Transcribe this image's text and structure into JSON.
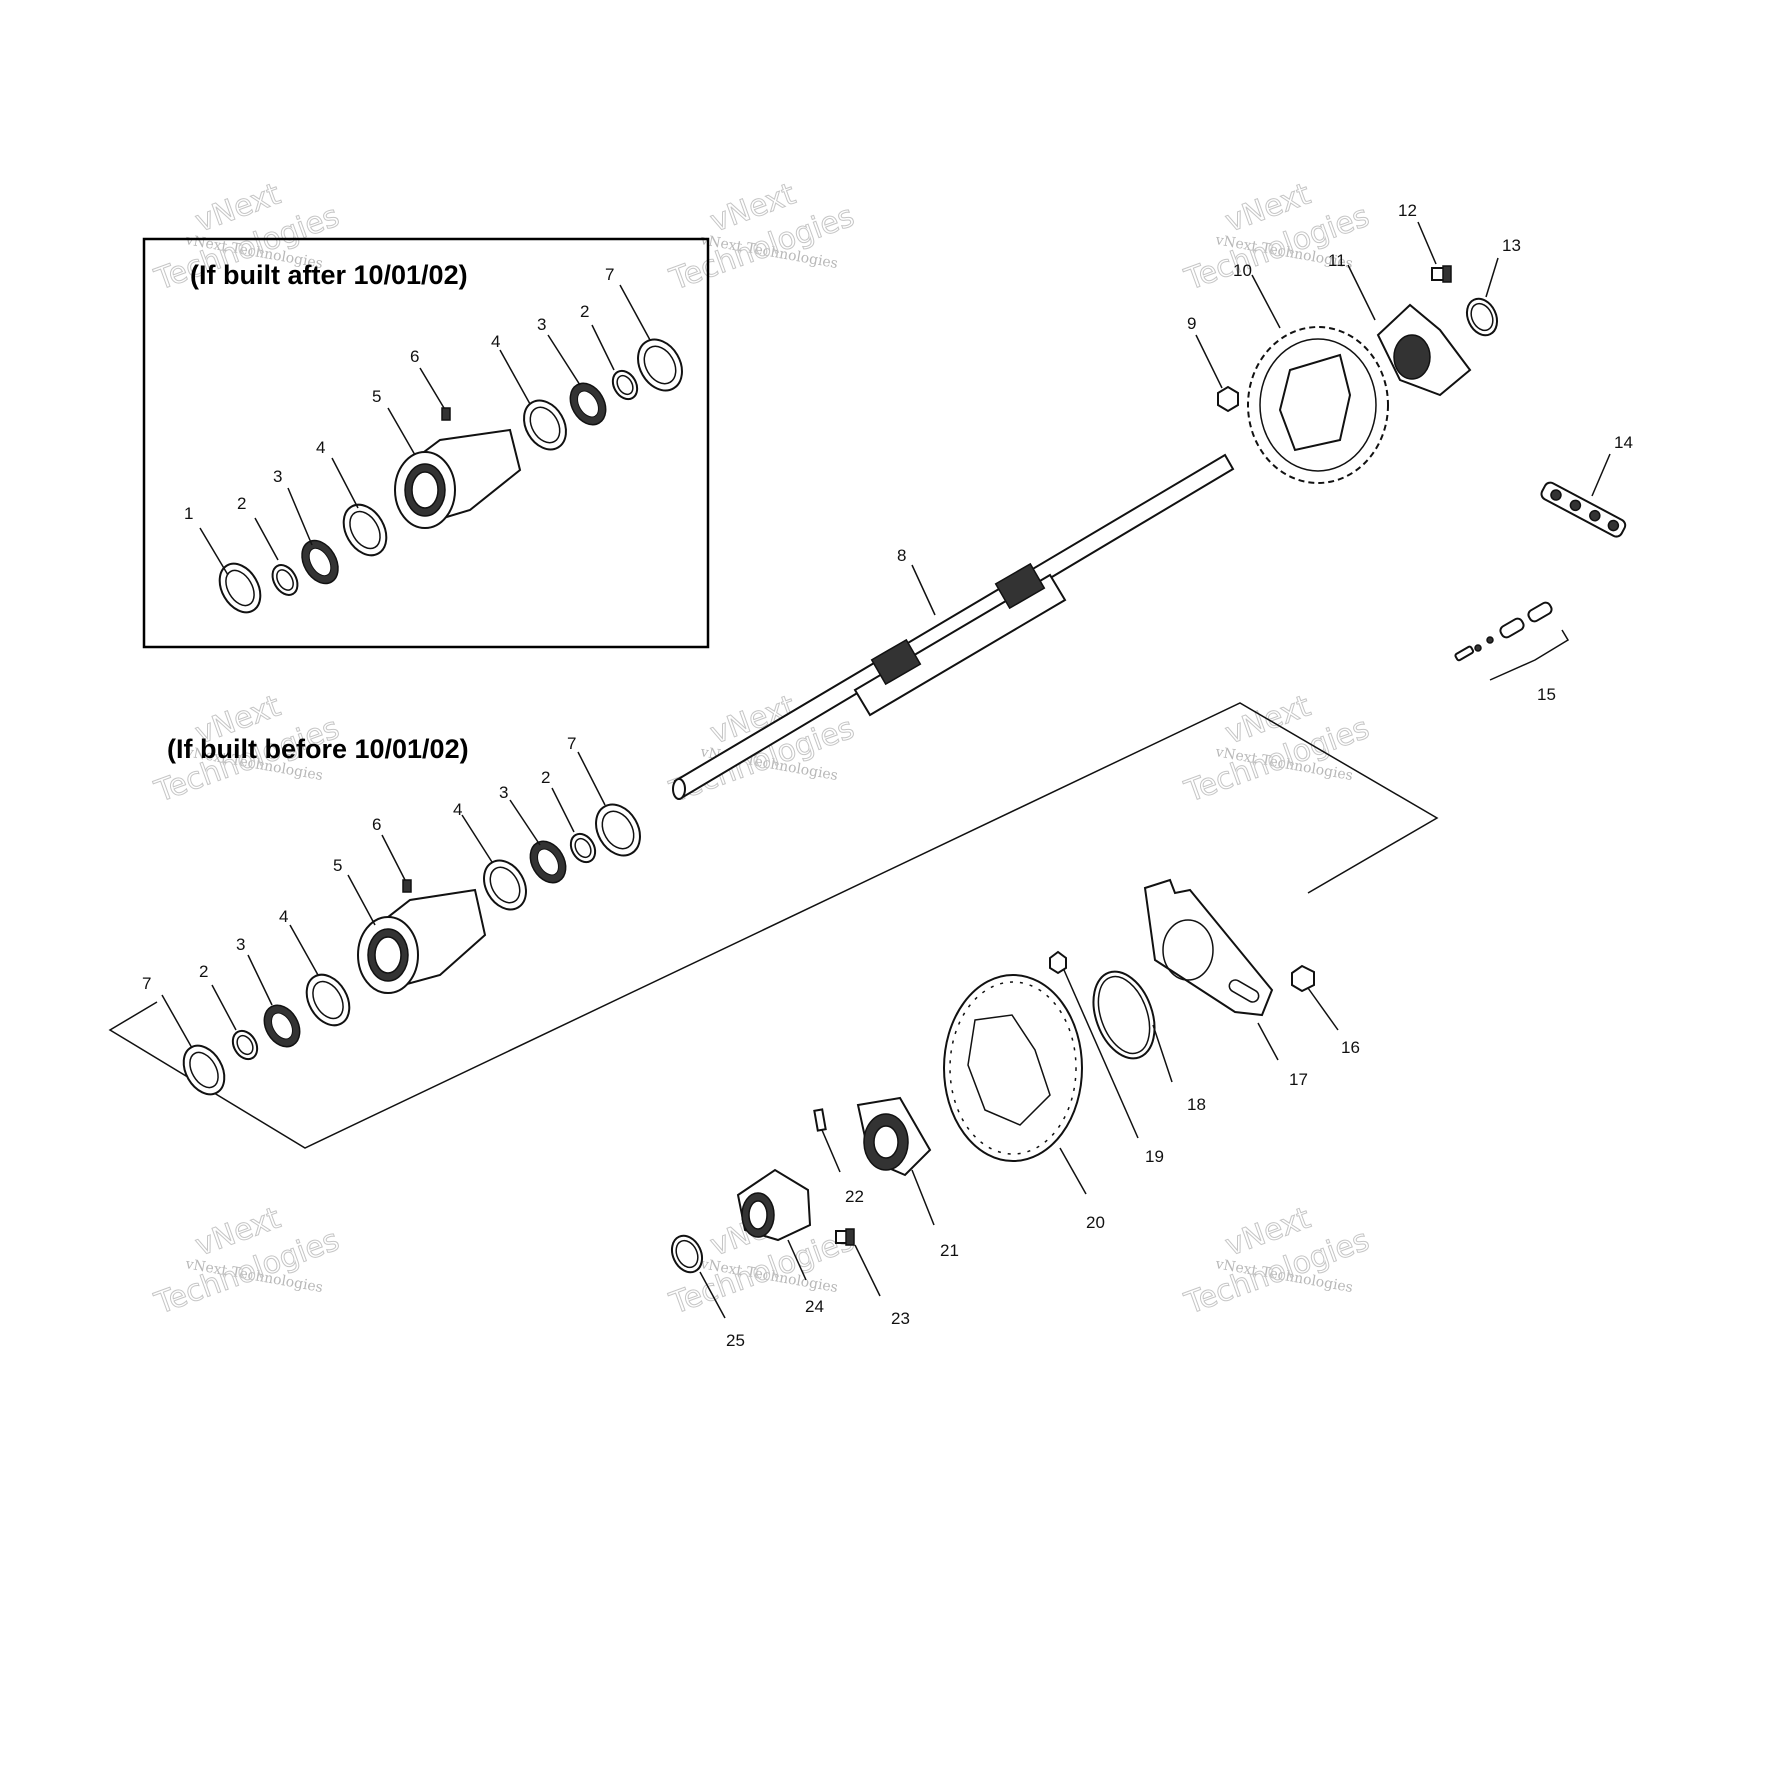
{
  "titles": {
    "after": "(If built after 10/01/02)",
    "before": "(If built before 10/01/02)"
  },
  "watermark": {
    "small": "vNext Technologies",
    "brand": "vNext",
    "big": "Technologies"
  },
  "callouts": {
    "inset_1": "1",
    "inset_2a": "2",
    "inset_3a": "3",
    "inset_4a": "4",
    "inset_5": "5",
    "inset_6": "6",
    "inset_4b": "4",
    "inset_3b": "3",
    "inset_2b": "2",
    "inset_7": "7",
    "lower_7a": "7",
    "lower_2a": "2",
    "lower_3a": "3",
    "lower_4a": "4",
    "lower_5": "5",
    "lower_6": "6",
    "lower_4b": "4",
    "lower_3b": "3",
    "lower_2b": "2",
    "lower_7b": "7",
    "p8": "8",
    "p9": "9",
    "p10": "10",
    "p11": "11",
    "p12": "12",
    "p13": "13",
    "p14": "14",
    "p15": "15",
    "p16": "16",
    "p17": "17",
    "p18": "18",
    "p19": "19",
    "p20": "20",
    "p21": "21",
    "p22": "22",
    "p23": "23",
    "p24": "24",
    "p25": "25"
  }
}
